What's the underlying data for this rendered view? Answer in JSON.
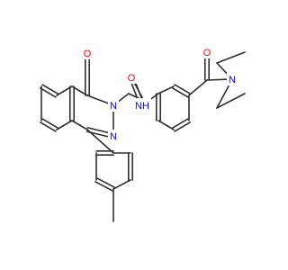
{
  "colors": {
    "bond": "#303030",
    "oxygen": "#ff0000",
    "nitrogen": "#0000ff",
    "background": "#ffffff"
  },
  "atoms": [
    {
      "id": "o1",
      "text": "O",
      "element": "oxygen"
    },
    {
      "id": "n2",
      "text": "N",
      "element": "nitrogen"
    },
    {
      "id": "n3",
      "text": "N",
      "element": "nitrogen"
    },
    {
      "id": "o4",
      "text": "O",
      "element": "oxygen"
    },
    {
      "id": "nh",
      "text": "NH",
      "element": "nitrogen"
    },
    {
      "id": "o6",
      "text": "O",
      "element": "oxygen"
    },
    {
      "id": "n7",
      "text": "N",
      "element": "nitrogen"
    }
  ]
}
